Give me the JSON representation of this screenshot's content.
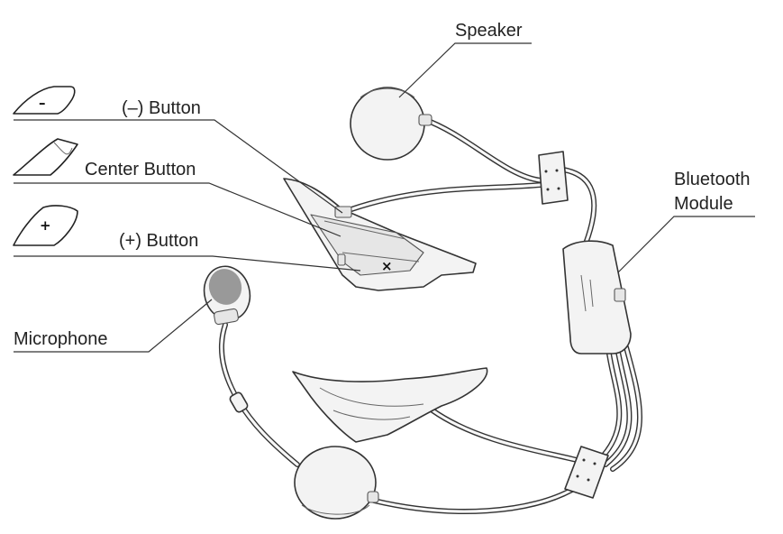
{
  "labels": {
    "speaker": "Speaker",
    "minus_button": "(–) Button",
    "center_button": "Center Button",
    "plus_button": "(+) Button",
    "bluetooth_module_line1": "Bluetooth",
    "bluetooth_module_line2": "Module",
    "microphone": "Microphone"
  },
  "icons": {
    "minus": "minus-button-icon",
    "center": "center-button-icon",
    "plus": "plus-button-icon"
  },
  "glyphs": {
    "minus": "–",
    "plus": "+"
  },
  "colors": {
    "line": "#333333",
    "fill": "#f3f3f3",
    "text": "#222222"
  }
}
